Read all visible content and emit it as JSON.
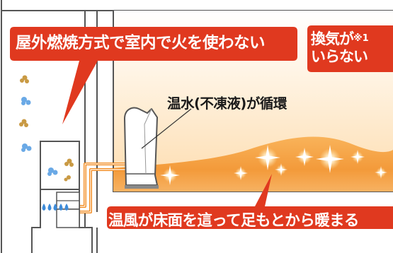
{
  "callouts": {
    "outdoor_combustion": "屋外燃焼方式で室内で火を使わない",
    "ventilation_line1": "換気が",
    "ventilation_note": "※1",
    "ventilation_line2": "いらない",
    "warm_air": "温風が床面を這って足もとから暖まる"
  },
  "labels": {
    "circulation": "温水(不凍液)が循環"
  },
  "colors": {
    "callout_red": "#e0391f",
    "pipe_orange": "#f28a1e",
    "warm_glow": "#f8b05a",
    "outline_gray": "#555555",
    "water_drop_blue": "#3d8bd9",
    "bubble_blue": "#6aa9e6",
    "bubble_gold": "#c99a44"
  },
  "icons": [
    "outdoor-heat-source-unit",
    "indoor-fan-convector",
    "water-drop-icon",
    "sparkle-icon",
    "exhaust-bubble-icon"
  ]
}
